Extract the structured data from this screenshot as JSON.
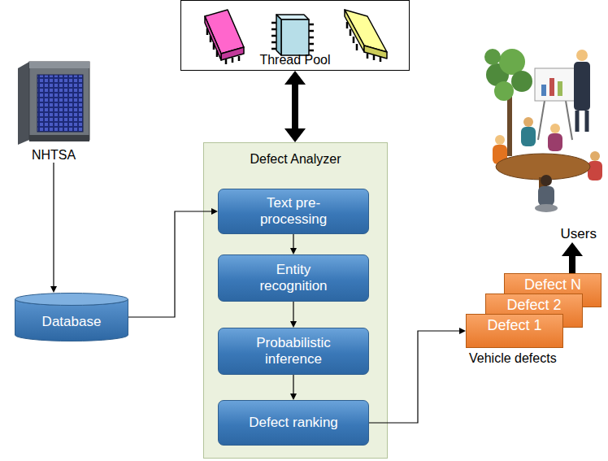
{
  "diagram": {
    "nodes": [
      {
        "text": [
          "Thread Pool"
        ]
      },
      {
        "text": [
          "NHTSA"
        ]
      },
      {
        "text": [
          "Database"
        ]
      },
      {
        "text": [
          "Defect Analyzer"
        ]
      },
      {
        "text": [
          "Text pre-processing"
        ],
        "in": 3
      },
      {
        "text": [
          "Entity recognition"
        ],
        "in": 3
      },
      {
        "text": [
          "Probabilistic inference"
        ],
        "in": 3
      },
      {
        "text": [
          "Defect ranking"
        ],
        "in": 3
      },
      {
        "text": [
          "Users"
        ]
      },
      {
        "text": [
          "Defect N"
        ]
      },
      {
        "text": [
          "Defect 2"
        ]
      },
      {
        "text": [
          "Defect 1"
        ]
      }
    ],
    "edges": [
      {
        "from": 1,
        "to": 2,
        "arrow": "to"
      },
      {
        "from": 2,
        "to": 4,
        "arrow": "to"
      },
      {
        "from": 4,
        "to": 5,
        "arrow": "to"
      },
      {
        "from": 5,
        "to": 6,
        "arrow": "to"
      },
      {
        "from": 6,
        "to": 7,
        "arrow": "to"
      },
      {
        "from": 7,
        "to": 11,
        "arrow": "to"
      },
      {
        "from": 9,
        "to": 8,
        "arrow": "to"
      },
      {
        "from": 0,
        "to": 3,
        "arrow": "both"
      }
    ],
    "labels": [
      "Vehicle defects"
    ]
  }
}
